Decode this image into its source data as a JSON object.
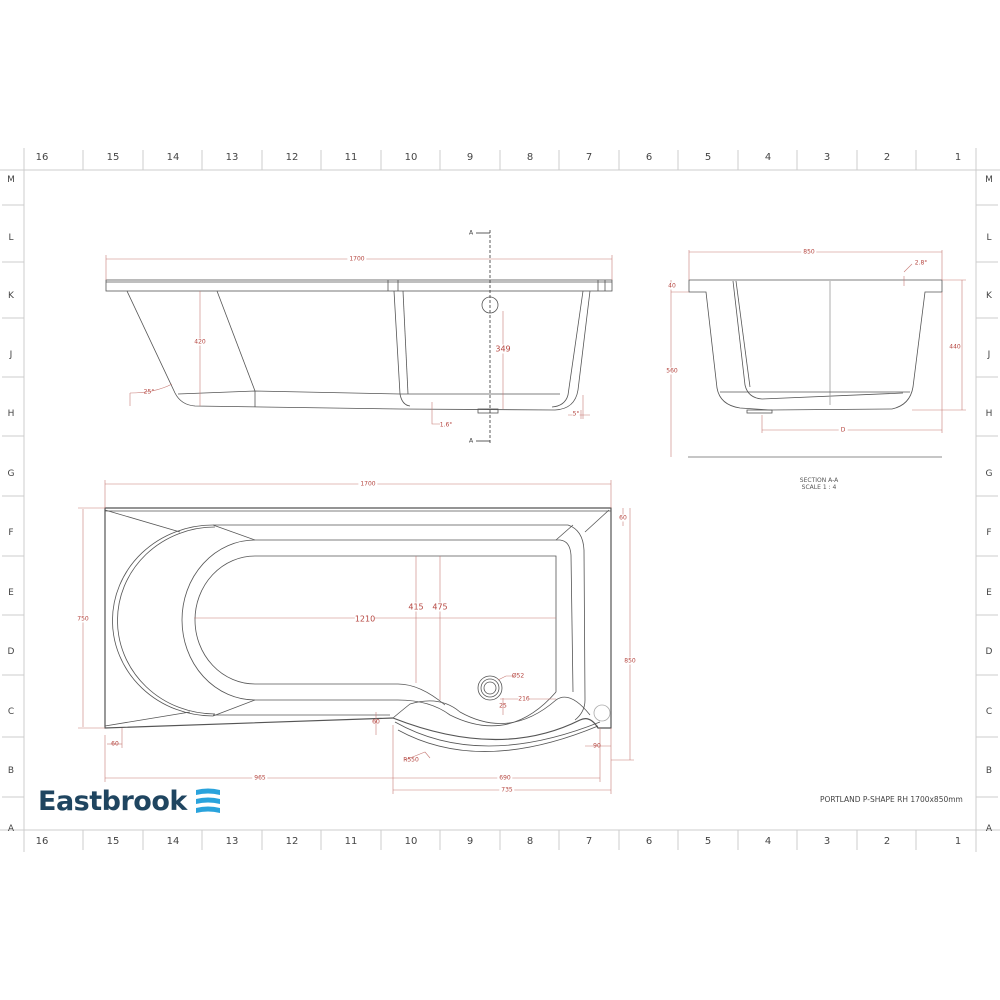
{
  "drawing": {
    "title_block": "PORTLAND P-SHAPE RH 1700x850mm",
    "brand": {
      "name": "Eastbrook",
      "text_color": "#1f4560",
      "icon": "wave-lines-icon",
      "icon_color": "#2aa3dc"
    },
    "border": {
      "columns": [
        "16",
        "15",
        "14",
        "13",
        "12",
        "11",
        "10",
        "9",
        "8",
        "7",
        "6",
        "5",
        "4",
        "3",
        "2",
        "1"
      ],
      "rows": [
        "M",
        "L",
        "K",
        "J",
        "H",
        "G",
        "F",
        "E",
        "D",
        "C",
        "B",
        "A"
      ]
    },
    "colors": {
      "line": "#555555",
      "dimension": "#b5453f",
      "grid": "#cccccc"
    },
    "side_view": {
      "overall_length": "1700",
      "depth_to_base": "420",
      "waste_height": "349",
      "end_angle": "25°",
      "base_angle": "1.6°",
      "side_angle": "5°",
      "section_marker": "A"
    },
    "section_view": {
      "width": "850",
      "rim": "40",
      "total_height": "560",
      "inner_depth": "440",
      "rim_angle": "2.8°",
      "base_dim": "D",
      "caption_line1": "SECTION A-A",
      "caption_line2": "SCALE 1 : 4"
    },
    "plan_view": {
      "overall_length": "1700",
      "end_width": "750",
      "overall_width": "850",
      "left_rim": "60",
      "right_rim": "60",
      "inner_length": "1210",
      "inner_width_1": "415",
      "inner_width_2": "475",
      "waste_diameter": "Ø52",
      "waste_offset_x": "216",
      "waste_offset_y": "25",
      "step": "60",
      "curve_radius": "R550",
      "corner": "90",
      "straight_length": "965",
      "curve_length": "690",
      "curve_overall": "735"
    }
  }
}
